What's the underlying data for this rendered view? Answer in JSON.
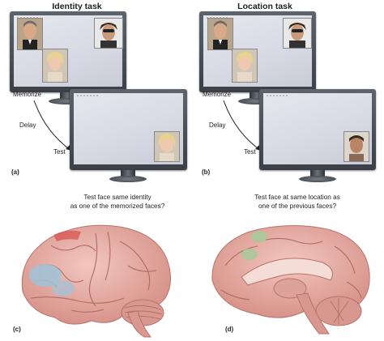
{
  "titles": {
    "left": "Identity task",
    "right": "Location task"
  },
  "labels": {
    "memorize_left": "Memorize",
    "delay_left": "Delay",
    "test_left": "Test",
    "memorize_right": "Memorize",
    "delay_right": "Delay",
    "test_right": "Test"
  },
  "panels": {
    "a": "(a)",
    "b": "(b)",
    "c": "(c)",
    "d": "(d)"
  },
  "questions": {
    "left_line1": "Test face same identity",
    "left_line2": "as one of the memorized faces?",
    "right_line1": "Test face at same location as",
    "right_line2": "one of the previous faces?"
  },
  "colors": {
    "bezel": "#4a5058",
    "screen": "#d9dce5",
    "brain": "#e9b3ab",
    "highlight_blue": "#9fc3d9",
    "highlight_red": "#d9534f",
    "highlight_green": "#a8c99a"
  }
}
